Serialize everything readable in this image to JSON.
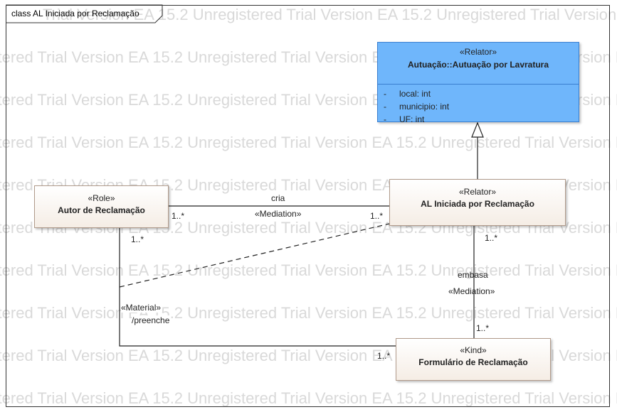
{
  "frame": {
    "title": "class AL Iniciada por Reclamação"
  },
  "watermark": {
    "text": "Trial Version EA 15.2 Unregistered"
  },
  "classes": {
    "autuacao": {
      "stereotype": "«Relator»",
      "name": "Autuação::Autuação por Lavratura",
      "attributes": [
        {
          "visibility": "-",
          "text": "local: int"
        },
        {
          "visibility": "-",
          "text": "municipio: int"
        },
        {
          "visibility": "-",
          "text": "UF: int"
        }
      ],
      "fill": "#6fb6fb"
    },
    "al_iniciada": {
      "stereotype": "«Relator»",
      "name": "AL Iniciada por Reclamação"
    },
    "autor": {
      "stereotype": "«Role»",
      "name": "Autor de Reclamação"
    },
    "formulario": {
      "stereotype": "«Kind»",
      "name": "Formulário de Reclamação"
    }
  },
  "associations": {
    "cria": {
      "name": "cria",
      "stereotype": "«Mediation»",
      "mult_source": "1..*",
      "mult_target": "1..*"
    },
    "embasa": {
      "name": "embasa",
      "stereotype": "«Mediation»",
      "mult_source": "1..*",
      "mult_target": "1..*"
    },
    "preenche": {
      "stereotype": "«Material»",
      "name": "/preenche",
      "mult_source": "1..*",
      "mult_target": "1..*"
    }
  }
}
